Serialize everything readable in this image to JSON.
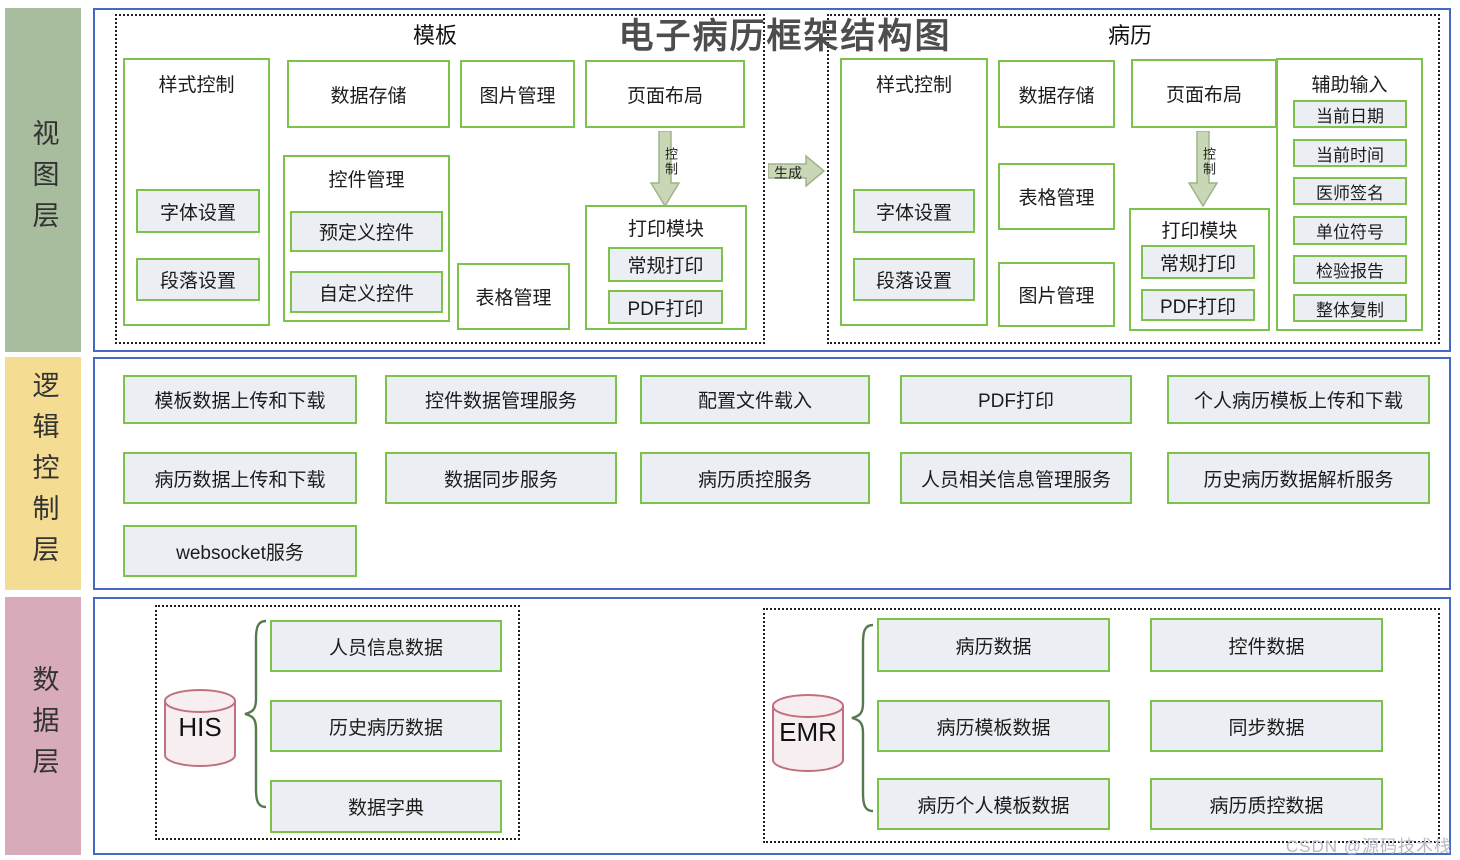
{
  "title": "电子病历框架结构图",
  "watermark": "CSDN @源码技术栈",
  "view_layer": {
    "label": "视图层",
    "template_panel": {
      "header": "模板",
      "style_control": {
        "title": "样式控制",
        "font": "字体设置",
        "paragraph": "段落设置"
      },
      "data_storage": "数据存储",
      "image_mgmt": "图片管理",
      "page_layout": "页面布局",
      "control_mgmt": {
        "title": "控件管理",
        "predefined": "预定义控件",
        "custom": "自定义控件"
      },
      "table_mgmt": "表格管理",
      "print_module": {
        "title": "打印模块",
        "regular": "常规打印",
        "pdf": "PDF打印"
      },
      "control_arrow_label": "控制"
    },
    "generate_arrow_label": "生成",
    "record_panel": {
      "header": "病历",
      "style_control": {
        "title": "样式控制",
        "font": "字体设置",
        "paragraph": "段落设置"
      },
      "data_storage": "数据存储",
      "page_layout": "页面布局",
      "aux_input": {
        "title": "辅助输入",
        "items": [
          "当前日期",
          "当前时间",
          "医师签名",
          "单位符号",
          "检验报告",
          "整体复制"
        ]
      },
      "table_mgmt": "表格管理",
      "image_mgmt": "图片管理",
      "print_module": {
        "title": "打印模块",
        "regular": "常规打印",
        "pdf": "PDF打印"
      },
      "control_arrow_label": "控制"
    }
  },
  "logic_layer": {
    "label": "逻辑控制层",
    "row1": [
      "模板数据上传和下载",
      "控件数据管理服务",
      "配置文件载入",
      "PDF打印",
      "个人病历模板上传和下载"
    ],
    "row2": [
      "病历数据上传和下载",
      "数据同步服务",
      "病历质控服务",
      "人员相关信息管理服务",
      "历史病历数据解析服务"
    ],
    "row3": [
      "websocket服务"
    ]
  },
  "data_layer": {
    "label": "数据层",
    "his": {
      "db": "HIS",
      "items": [
        "人员信息数据",
        "历史病历数据",
        "数据字典"
      ]
    },
    "emr": {
      "db": "EMR",
      "col1": [
        "病历数据",
        "病历模板数据",
        "病历个人模板数据"
      ],
      "col2": [
        "控件数据",
        "同步数据",
        "病历质控数据"
      ]
    }
  },
  "colors": {
    "view_label_bg": "#a7bd9e",
    "logic_label_bg": "#f4dc92",
    "data_label_bg": "#d8abba",
    "layer_border": "#4568c4",
    "box_border": "#7dc24b",
    "box_fill": "#ebeff4",
    "arrow_fill": "#c9d7b6",
    "db_fill": "#f6eef0",
    "db_border": "#c0717f"
  }
}
